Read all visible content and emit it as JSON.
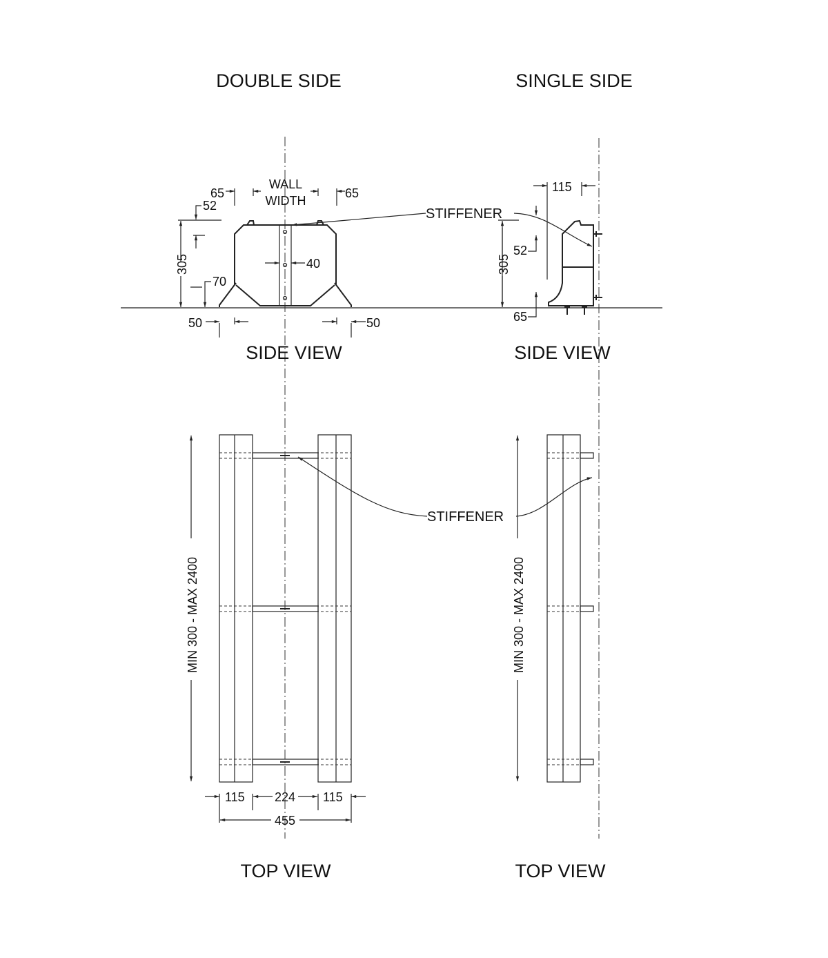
{
  "titles": {
    "double": "DOUBLE SIDE",
    "single": "SINGLE SIDE"
  },
  "views": {
    "side_double": "SIDE VIEW",
    "side_single": "SIDE VIEW",
    "top_double": "TOP VIEW",
    "top_single": "TOP VIEW"
  },
  "labels": {
    "stiffener_side": "STIFFENER",
    "stiffener_top": "STIFFENER",
    "wall_1": "WALL",
    "wall_2": "WIDTH"
  },
  "dims_double_side": {
    "left_65": "65",
    "right_65": "65",
    "d52": "52",
    "d305": "305",
    "d70": "70",
    "d40": "40",
    "left_50": "50",
    "right_50": "50"
  },
  "dims_single_side": {
    "d115": "115",
    "d52": "52",
    "d305": "305",
    "d65": "65"
  },
  "dims_double_top": {
    "length": "MIN 300 - MAX 2400",
    "left_115": "115",
    "mid_224": "224",
    "right_115": "115",
    "total_455": "455"
  },
  "dims_single_top": {
    "length": "MIN 300 - MAX 2400"
  }
}
